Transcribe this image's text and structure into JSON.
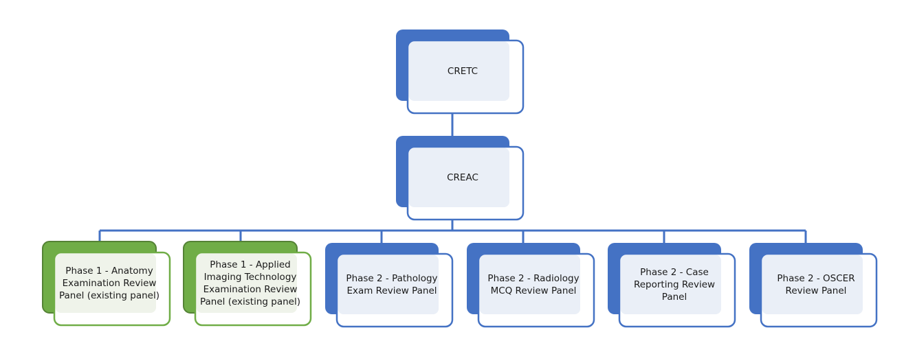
{
  "diagram": {
    "type": "org-chart",
    "colors": {
      "blue_accent": "#4472C4",
      "blue_fill": "#EAEFF7",
      "green_accent": "#70AD47",
      "green_border": "#548235",
      "green_fill": "#EFF3EA",
      "connector": "#4472C4"
    },
    "root": {
      "id": "cretc",
      "label": "CRETC",
      "theme": "blue"
    },
    "level2": {
      "id": "creac",
      "label": "CREAC",
      "theme": "blue",
      "parent": "cretc"
    },
    "children": [
      {
        "id": "p1-anatomy",
        "lines": [
          "Phase 1 - Anatomy",
          "Examination Review",
          "Panel (existing panel)"
        ],
        "theme": "green",
        "parent": "creac"
      },
      {
        "id": "p1-ait",
        "lines": [
          "Phase 1 - Applied",
          "Imaging Technology",
          "Examination Review",
          "Panel (existing panel)"
        ],
        "theme": "green",
        "parent": "creac"
      },
      {
        "id": "p2-pathology",
        "lines": [
          "Phase 2 - Pathology",
          "Exam Review Panel"
        ],
        "theme": "blue",
        "parent": "creac"
      },
      {
        "id": "p2-radiology",
        "lines": [
          "Phase 2 - Radiology",
          "MCQ Review Panel"
        ],
        "theme": "blue",
        "parent": "creac"
      },
      {
        "id": "p2-case",
        "lines": [
          "Phase 2 - Case",
          "Reporting Review",
          "Panel"
        ],
        "theme": "blue",
        "parent": "creac"
      },
      {
        "id": "p2-oscer",
        "lines": [
          "Phase 2 - OSCER",
          "Review Panel"
        ],
        "theme": "blue",
        "parent": "creac"
      }
    ]
  }
}
